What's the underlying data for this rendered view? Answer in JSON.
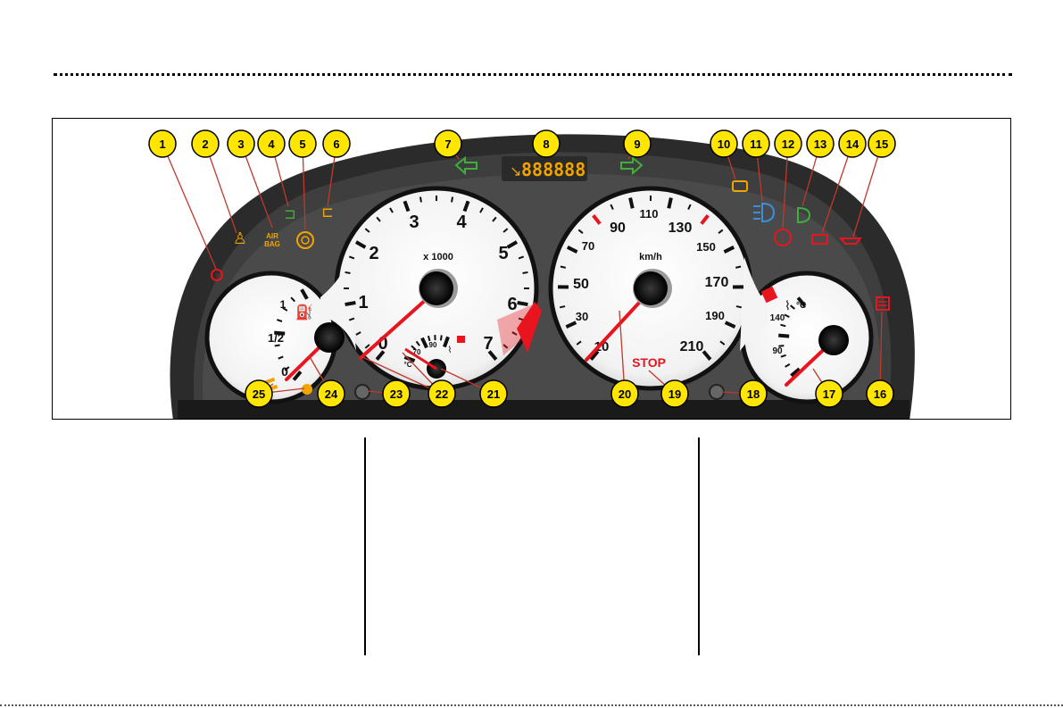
{
  "tachometer": {
    "scale_labels": [
      "0",
      "1",
      "2",
      "3",
      "4",
      "5",
      "6",
      "7"
    ],
    "unit": "x 1000"
  },
  "speedometer": {
    "scale_labels": [
      "10",
      "30",
      "50",
      "70",
      "90",
      "110",
      "130",
      "150",
      "170",
      "190",
      "210"
    ],
    "unit": "km/h",
    "stop_label": "STOP"
  },
  "fuel_gauge": {
    "labels": [
      "0",
      "1/2",
      "1"
    ]
  },
  "water_temp_small": {
    "labels": [
      "70",
      "90"
    ],
    "unit": "°C"
  },
  "oil_temp_gauge": {
    "labels": [
      "90",
      "140"
    ],
    "unit": "°C"
  },
  "odometer_display": "888888",
  "warning_lamps": {
    "airbag_text_top": "AIR",
    "airbag_text_bottom": "BAG"
  },
  "callouts": [
    "1",
    "2",
    "3",
    "4",
    "5",
    "6",
    "7",
    "8",
    "9",
    "10",
    "11",
    "12",
    "13",
    "14",
    "15",
    "16",
    "17",
    "18",
    "19",
    "20",
    "21",
    "22",
    "23",
    "24",
    "25"
  ],
  "colors": {
    "callout_fill": "#ffe600",
    "warning_red": "#e8141e",
    "indicator_green": "#3fae3a",
    "indicator_amber": "#f2a400",
    "high_beam_blue": "#3b8fe0"
  }
}
